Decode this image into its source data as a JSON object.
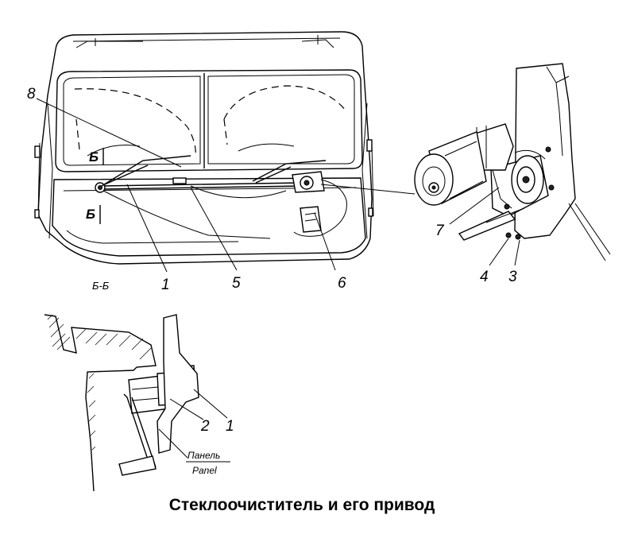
{
  "caption": "Стеклоочиститель и его привод",
  "section": {
    "marker": "Б",
    "caption": "Б-Б"
  },
  "panel_label": {
    "ru": "Панель",
    "en": "Panel"
  },
  "callouts": {
    "c8": "8",
    "c1": "1",
    "c5": "5",
    "c6": "6",
    "c7": "7",
    "c4": "4",
    "c3": "3",
    "c2_detail": "2",
    "c1_detail": "1"
  }
}
